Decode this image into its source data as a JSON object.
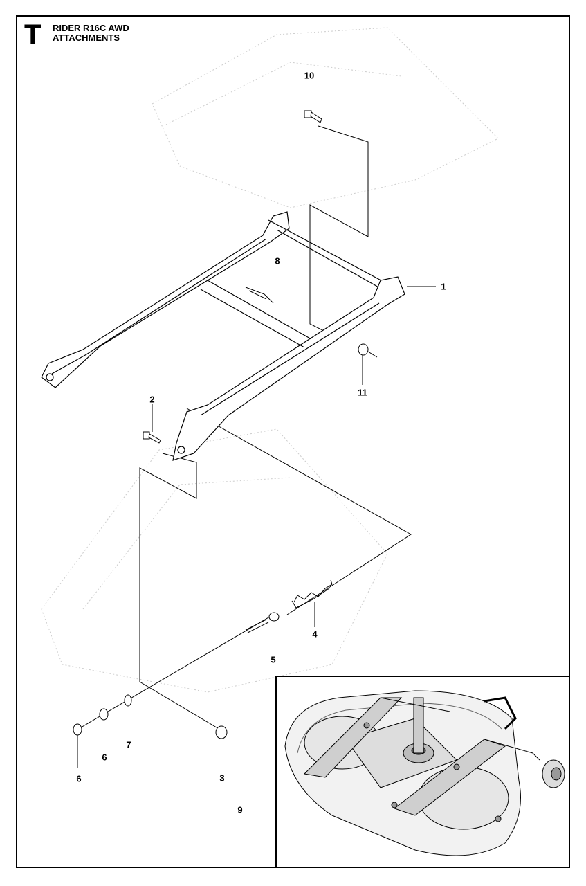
{
  "header": {
    "section_letter": "T",
    "title_line1": "RIDER R16C AWD",
    "title_line2": "ATTACHMENTS"
  },
  "callouts": [
    {
      "id": "c10",
      "label": "10"
    },
    {
      "id": "c8",
      "label": "8"
    },
    {
      "id": "c1",
      "label": "1"
    },
    {
      "id": "c11",
      "label": "11"
    },
    {
      "id": "c2",
      "label": "2"
    },
    {
      "id": "c4",
      "label": "4"
    },
    {
      "id": "c5",
      "label": "5"
    },
    {
      "id": "c7",
      "label": "7"
    },
    {
      "id": "c6a",
      "label": "6"
    },
    {
      "id": "c6b",
      "label": "6"
    },
    {
      "id": "c3",
      "label": "3"
    },
    {
      "id": "c9",
      "label": "9"
    }
  ],
  "icons": {
    "section": "section-letter-icon"
  }
}
